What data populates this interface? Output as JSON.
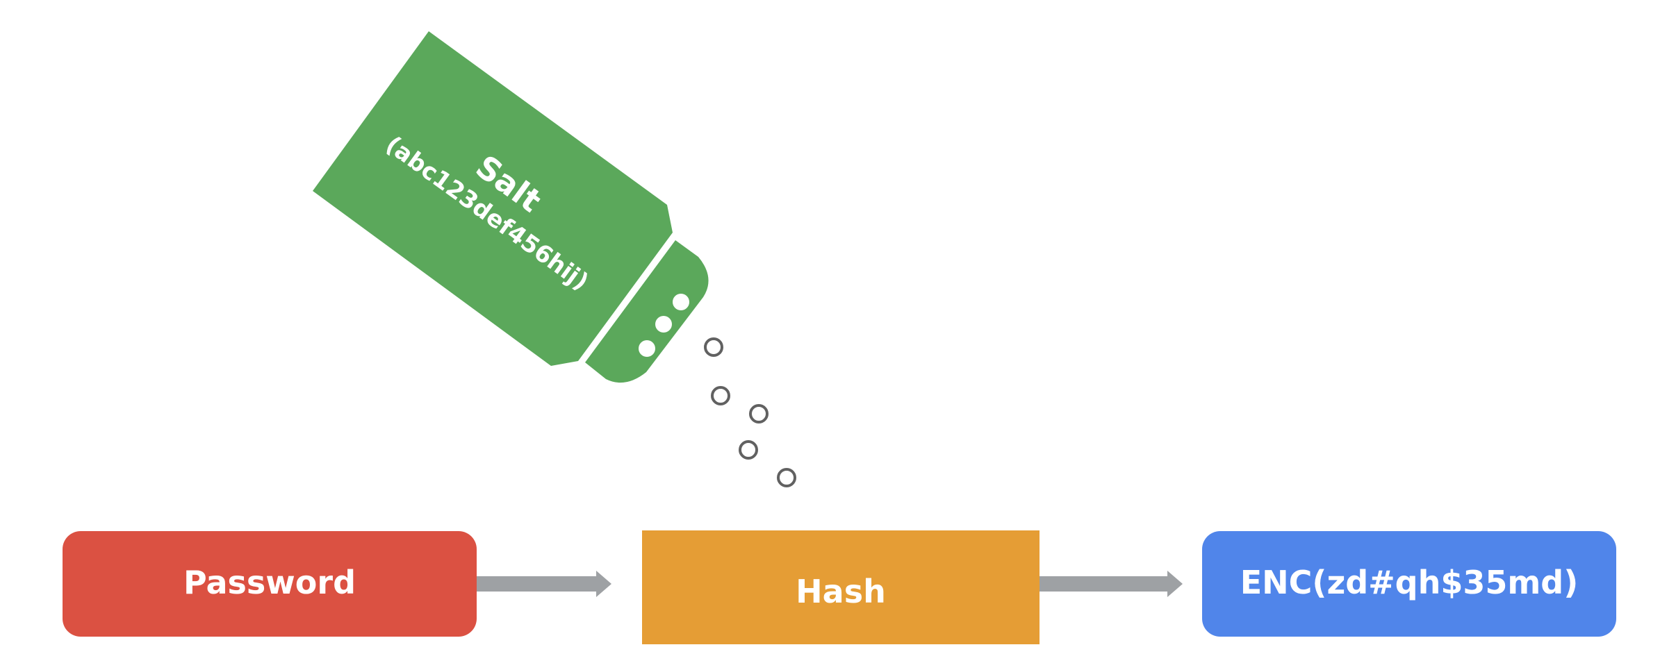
{
  "diagram": {
    "salt": {
      "title": "Salt",
      "value": "(abc123def456hij)"
    },
    "password": {
      "label": "Password"
    },
    "hash": {
      "label": "Hash"
    },
    "output": {
      "label": "ENC(zd#qh$35md)"
    }
  },
  "colors": {
    "salt_shaker": "#5BA85B",
    "password_box": "#DB5142",
    "hash_box": "#E59D35",
    "output_box": "#5085EA",
    "arrow": "#9EA1A4",
    "salt_grain": "#616161",
    "text": "#FFFFFF"
  }
}
